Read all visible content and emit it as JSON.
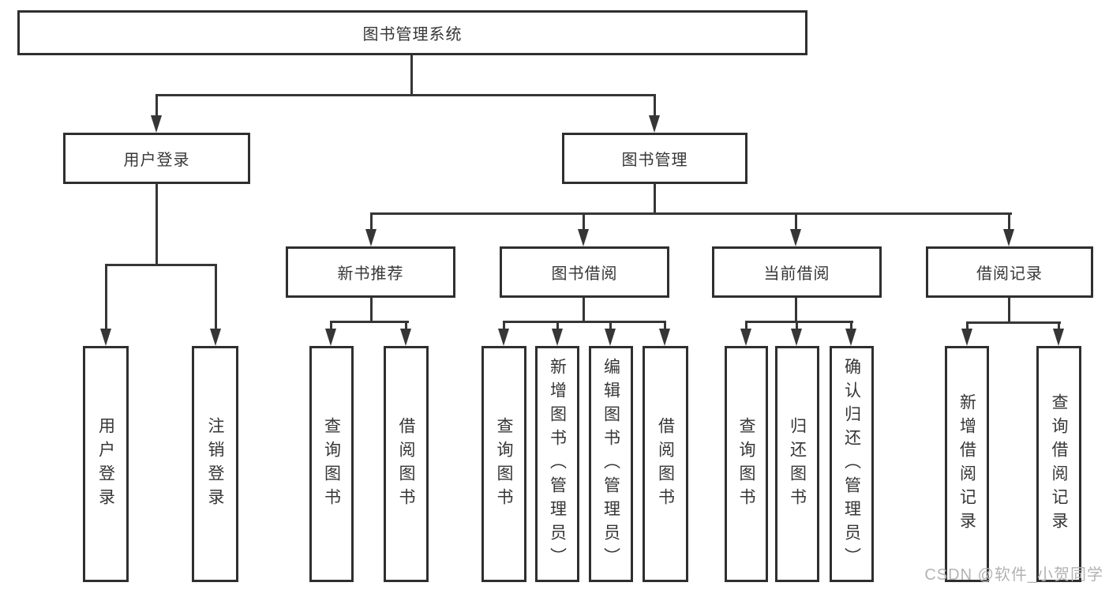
{
  "diagram": {
    "title": "图书管理系统",
    "root": {
      "label": "图书管理系统"
    },
    "level2": [
      {
        "id": "user-login",
        "label": "用户登录"
      },
      {
        "id": "book-management",
        "label": "图书管理"
      }
    ],
    "level3": [
      {
        "id": "new-book-recommend",
        "label": "新书推荐"
      },
      {
        "id": "book-borrow",
        "label": "图书借阅"
      },
      {
        "id": "current-borrow",
        "label": "当前借阅"
      },
      {
        "id": "borrow-records",
        "label": "借阅记录"
      }
    ],
    "leaves": [
      "用户登录",
      "注销登录",
      "查询图书",
      "借阅图书",
      "查询图书",
      "新增图书（管理员）",
      "编辑图书（管理员）",
      "借阅图书",
      "查询图书",
      "归还图书",
      "确认归还（管理员）",
      "新增借阅记录",
      "查询借阅记录"
    ],
    "line_color": "#363636",
    "box_border_color": "#2f2f2f"
  },
  "watermark": {
    "text": "CSDN @软件_小贺同学"
  }
}
